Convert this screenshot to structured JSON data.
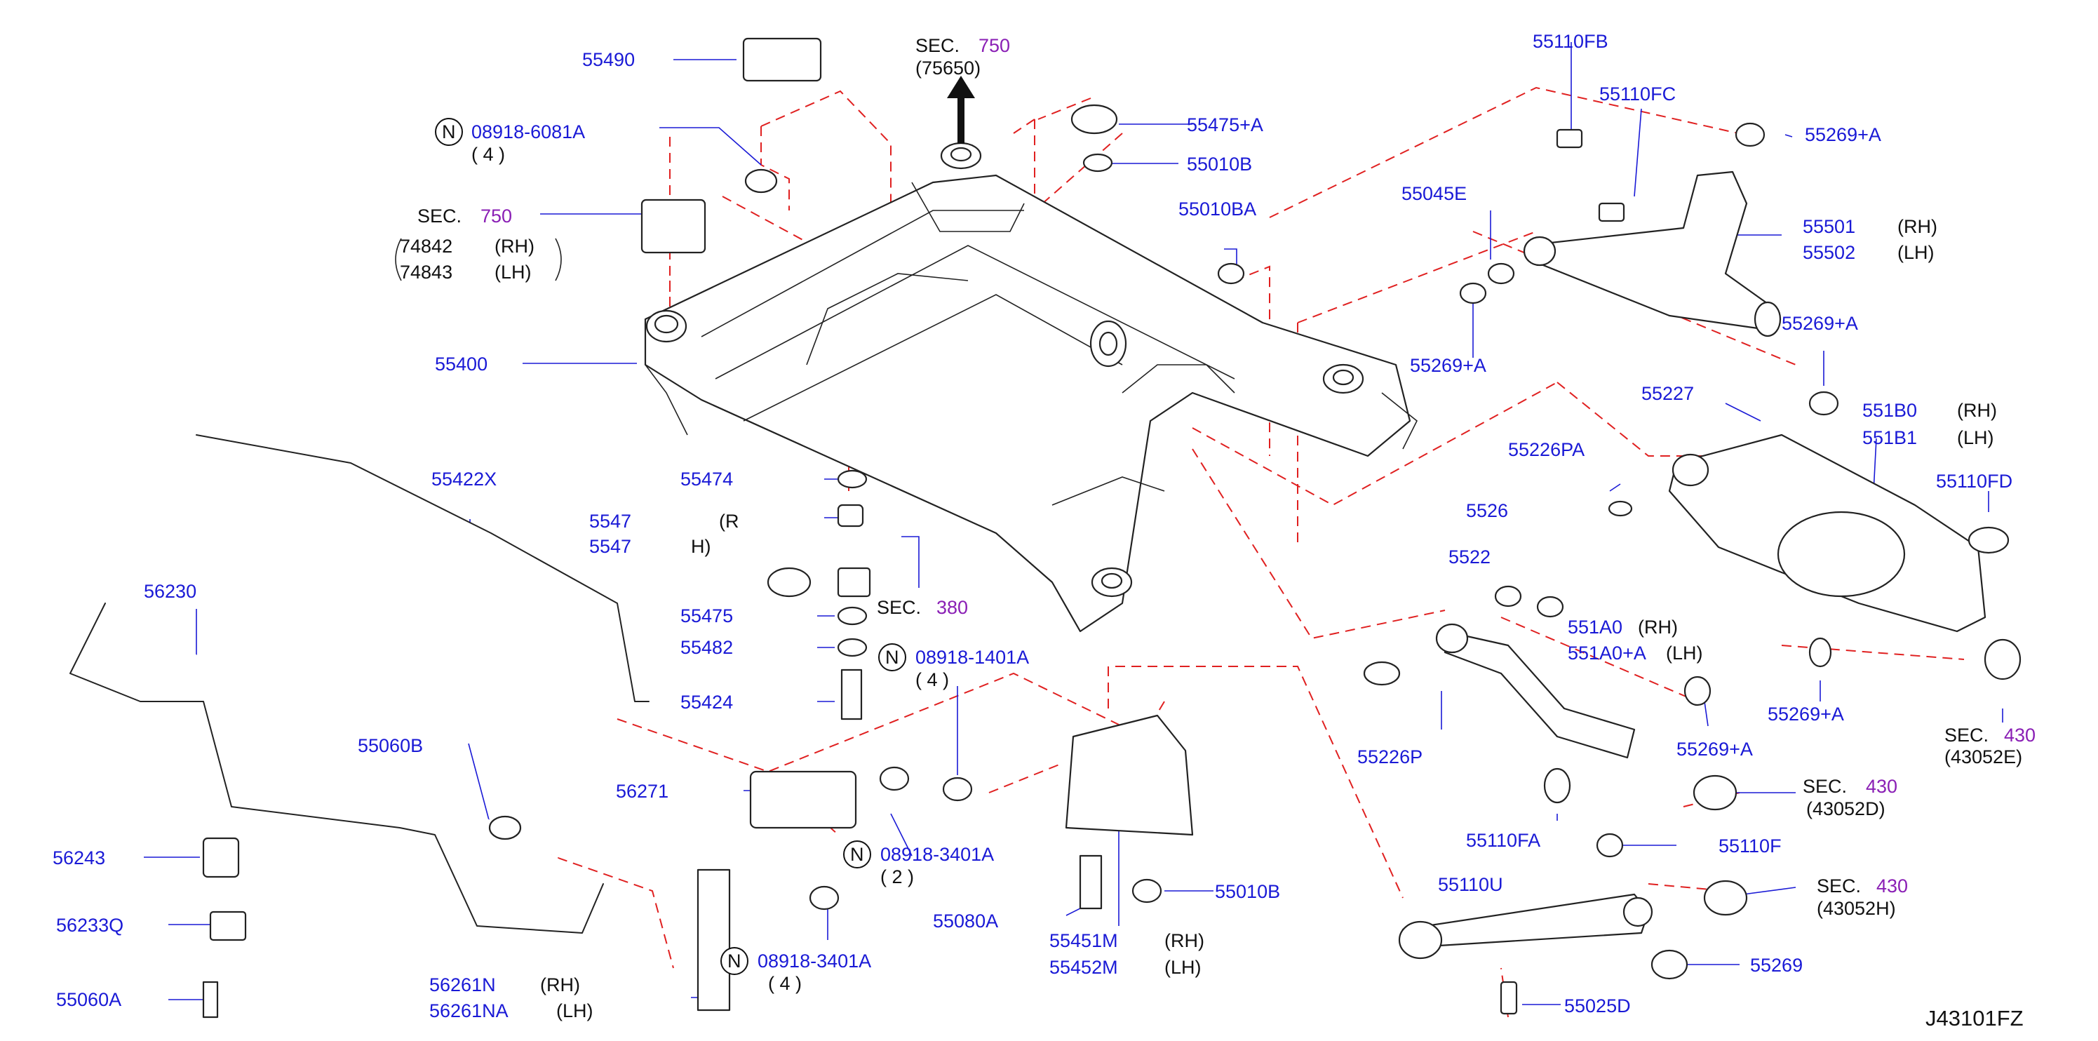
{
  "diagram_id": "J43101FZ",
  "colors": {
    "part_number": "#1a1ad6",
    "section_number": "#8a1fb5",
    "dashed_guide": "#e02020",
    "text": "#111111"
  },
  "labels": {
    "p55490": "55490",
    "n1_letter": "N",
    "n1_code": "08918-6081A",
    "n1_qty": "( 4 )",
    "sec750a_sec": "SEC.",
    "sec750a_num": "750",
    "p74842": "74842",
    "p74842_side": "(RH)",
    "p74843": "74843",
    "p74843_side": "(LH)",
    "p55400": "55400",
    "p55422X": "55422X",
    "p56230": "56230",
    "p55060B": "55060B",
    "p56243": "56243",
    "p56233Q": "56233Q",
    "p55060A": "55060A",
    "sec750b_sec": "SEC.",
    "sec750b_num": "750",
    "sec750b_sub": "(75650)",
    "p55475A": "55475+A",
    "p55010Bt": "55010B",
    "p55010BA": "55010BA",
    "p55474": "55474",
    "p5547xA": "5547",
    "p5547xA_side": "(R",
    "p5547x": "5547",
    "p5547x_side": "H)",
    "sec380_sec": "SEC.",
    "sec380_num": "380",
    "p55475": "55475",
    "p55482": "55482",
    "p55424": "55424",
    "n2_letter": "N",
    "n2_code": "08918-1401A",
    "n2_qty": "( 4 )",
    "p56271": "56271",
    "n3_letter": "N",
    "n3_code": "08918-3401A",
    "n3_qty": "( 2 )",
    "n4_letter": "N",
    "n4_code": "08918-3401A",
    "n4_qty": "( 4 )",
    "p56261N": "56261N",
    "p56261N_side": "(RH)",
    "p56261NA": "56261NA",
    "p56261NA_side": "(LH)",
    "p55080A": "55080A",
    "p55451M": "55451M",
    "p55451M_side": "(RH)",
    "p55452M": "55452M",
    "p55452M_side": "(LH)",
    "p55010Bb": "55010B",
    "p55110FB": "55110FB",
    "p55110FC": "55110FC",
    "p55269A_1": "55269+A",
    "p55045E": "55045E",
    "p55501": "55501",
    "p55501_side": "(RH)",
    "p55502": "55502",
    "p55502_side": "(LH)",
    "p55269A_2": "55269+A",
    "p55269A_3": "55269+A",
    "p55227": "55227",
    "p551B0": "551B0",
    "p551B0_side": "(RH)",
    "p551B1": "551B1",
    "p551B1_side": "(LH)",
    "p55226PA": "55226PA",
    "p55110FD": "55110FD",
    "p55269A_frag": "5526",
    "p5522_frag": "5522",
    "p551A0": "551A0",
    "p551A0_side": "(RH)",
    "p551A0A": "551A0+A",
    "p551A0A_side": "(LH)",
    "p55269A_4": "55269+A",
    "sec430e_sec": "SEC.",
    "sec430e_num": "430",
    "sec430e_sub": "(43052E)",
    "p55226P": "55226P",
    "p55269A_5": "55269+A",
    "sec430d_sec": "SEC.",
    "sec430d_num": "430",
    "sec430d_sub": "(43052D)",
    "p55110FA": "55110FA",
    "p55110F": "55110F",
    "p55110U": "55110U",
    "sec430h_sec": "SEC.",
    "sec430h_num": "430",
    "sec430h_sub": "(43052H)",
    "p55269": "55269",
    "p55025D": "55025D",
    "footer_code": "J43101FZ"
  }
}
